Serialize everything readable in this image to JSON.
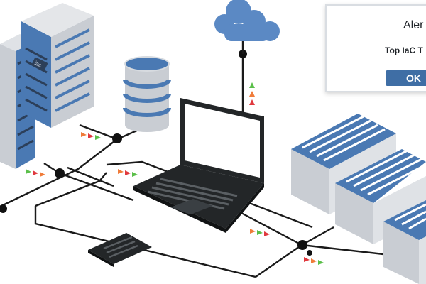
{
  "alert": {
    "title": "Aler",
    "message": "Top IaC T",
    "ok_label": "OK"
  },
  "server_badge": "iac",
  "colors": {
    "server_blue": "#4a79b3",
    "server_dark": "#2c3f59",
    "server_light": "#c9cdd3",
    "line": "#1a1a1a",
    "laptop_body": "#232628",
    "cloud": "#5b89c4",
    "button_blue": "#3f6ea5",
    "signal_orange": "#f07c3a",
    "signal_red": "#e0393e",
    "signal_green": "#5bbf4a"
  },
  "icons": [
    "server-rack-icon",
    "database-icon",
    "cloud-icon",
    "laptop-icon",
    "mobile-device-icon",
    "storage-array-icon",
    "network-node-icon",
    "signal-arrow-icon"
  ]
}
